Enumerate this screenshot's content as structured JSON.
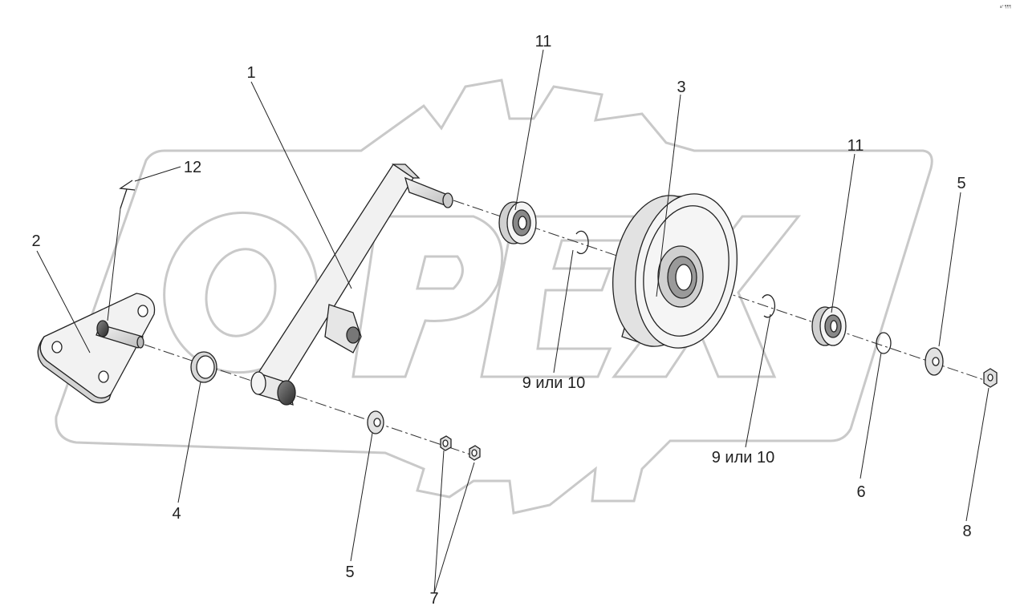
{
  "watermark": {
    "text": "OPEX"
  },
  "corner_text": "a° ¶¶¶",
  "callouts": {
    "c1": "1",
    "c2": "2",
    "c3": "3",
    "c4": "4",
    "c5a": "5",
    "c5b": "5",
    "c6": "6",
    "c7": "7",
    "c8": "8",
    "c9a": "9 или 10",
    "c9b": "9 или 10",
    "c11a": "11",
    "c11b": "11",
    "c12": "12"
  }
}
